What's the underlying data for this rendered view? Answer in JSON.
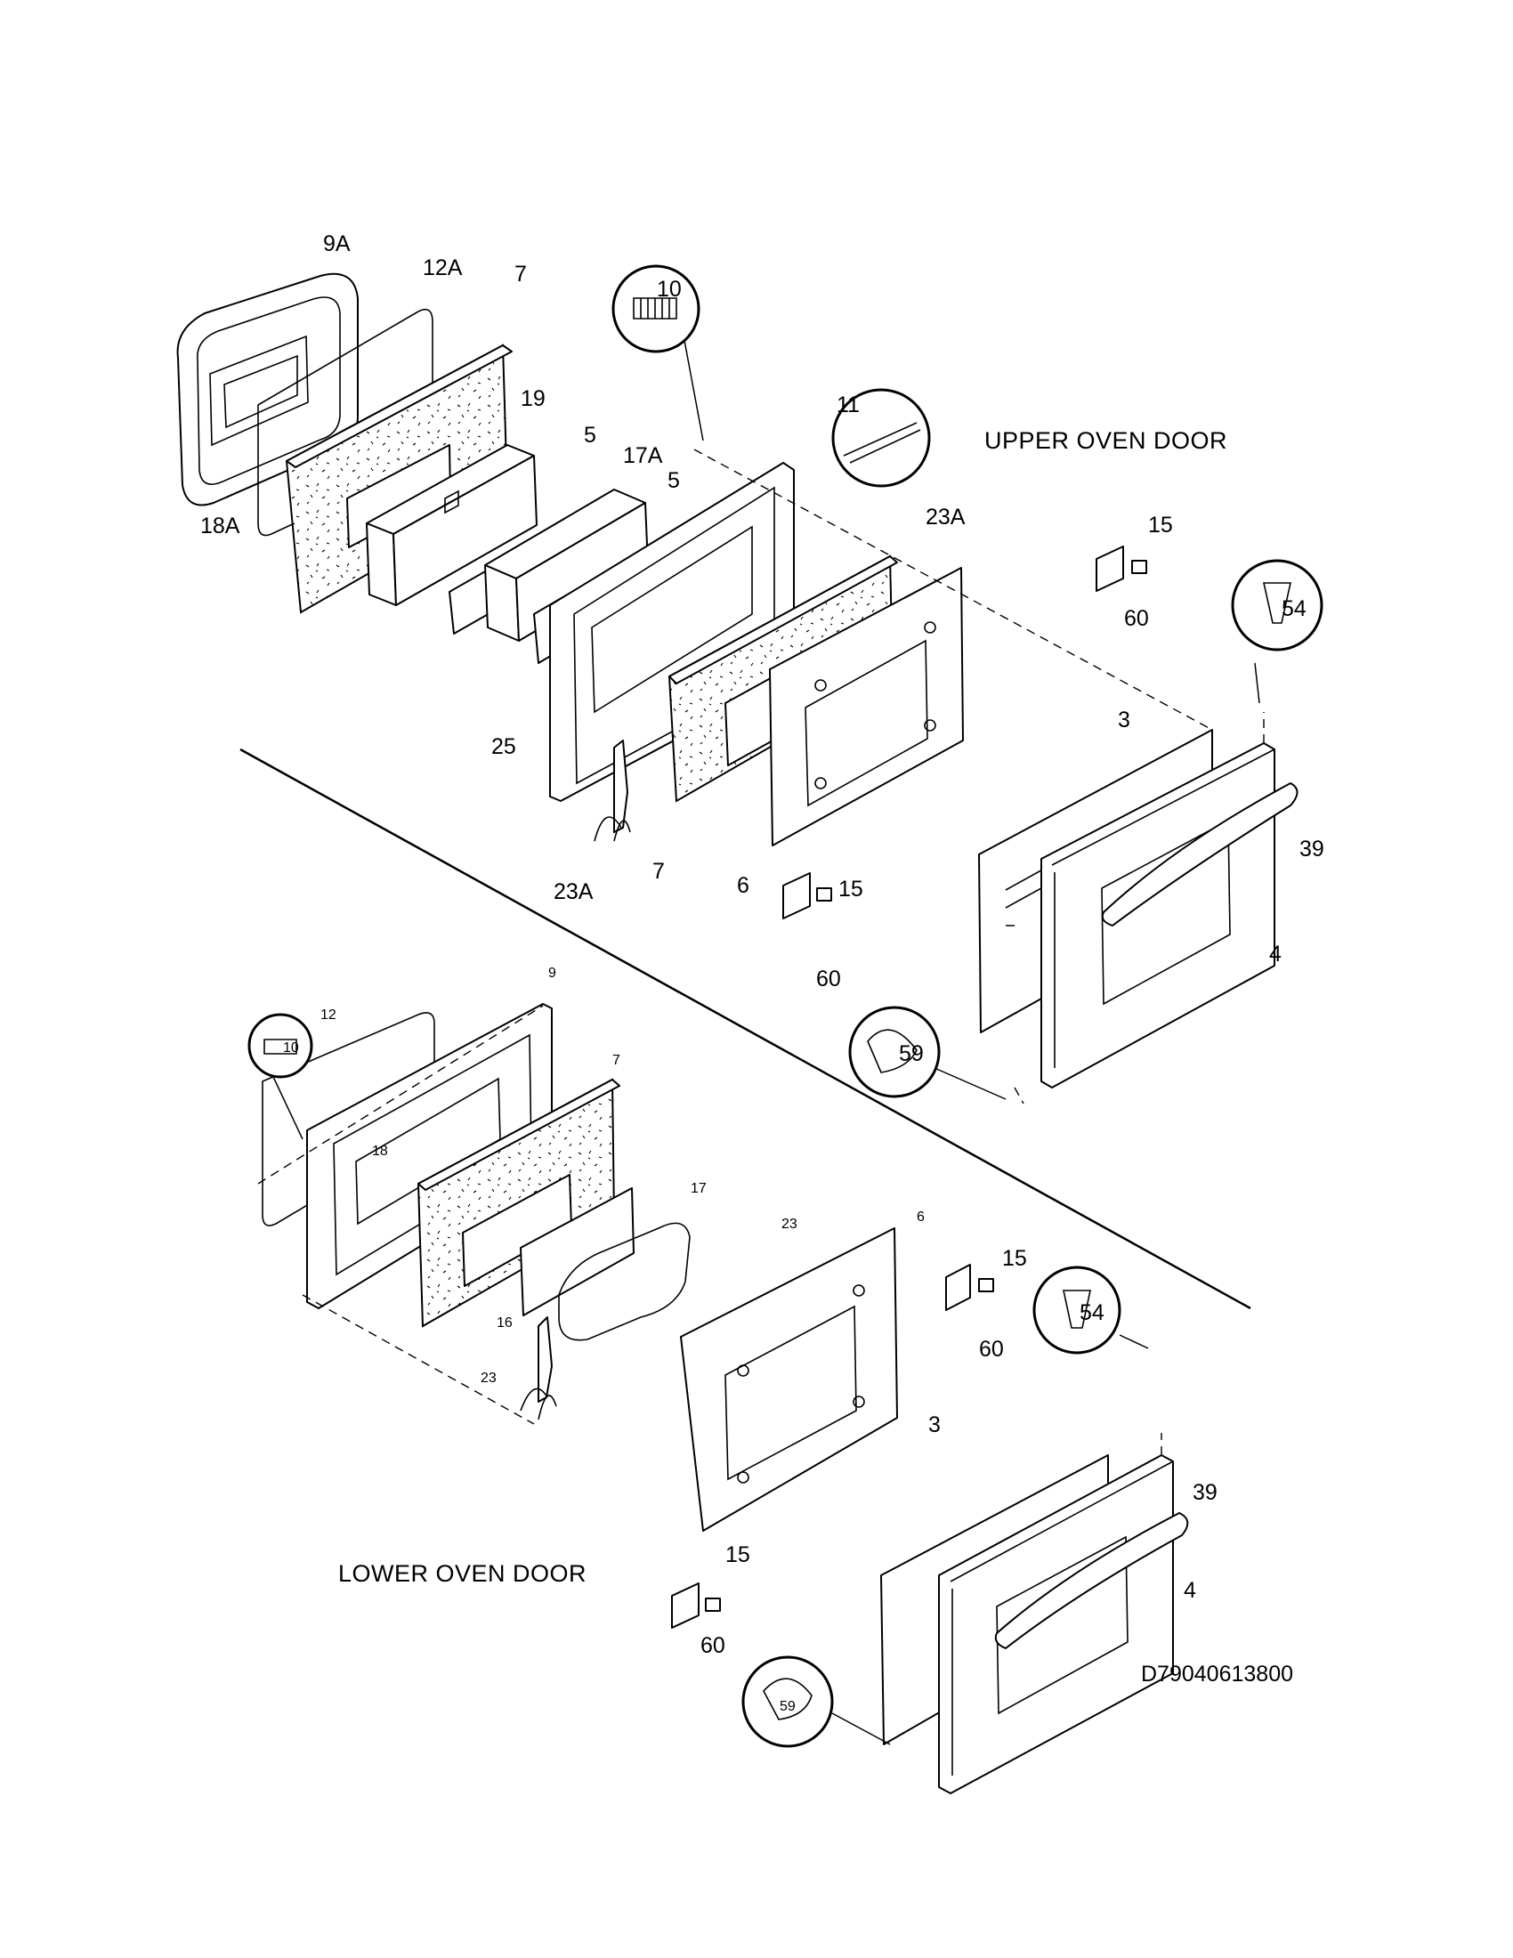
{
  "upper_title": "UPPER OVEN DOOR",
  "lower_title": "LOWER OVEN DOOR",
  "drawing_number": "D79040613800",
  "upper_labels": {
    "p9A": "9A",
    "p12A": "12A",
    "p7a": "7",
    "p19": "19",
    "p5a": "5",
    "p17A": "17A",
    "p5b": "5",
    "p10": "10",
    "p11": "11",
    "p18A": "18A",
    "p25": "25",
    "p23Aa": "23A",
    "p23Ab": "23A",
    "p7b": "7",
    "p6": "6",
    "p15a": "15",
    "p60a": "60",
    "p15b": "15",
    "p60b": "60",
    "p54": "54",
    "p3": "3",
    "p39": "39",
    "p4": "4",
    "p59": "59"
  },
  "lower_labels": {
    "p10": "10",
    "p12": "12",
    "p9": "9",
    "p7": "7",
    "p18": "18",
    "p17": "17",
    "p16": "16",
    "p23a": "23",
    "p23b": "23",
    "p6": "6",
    "p15a": "15",
    "p60a": "60",
    "p54": "54",
    "p3": "3",
    "p39": "39",
    "p4": "4",
    "p15b": "15",
    "p60b": "60",
    "p59": "59"
  },
  "icons": [
    "screw-icon",
    "clip-icon",
    "bumper-icon",
    "hinge-icon"
  ]
}
